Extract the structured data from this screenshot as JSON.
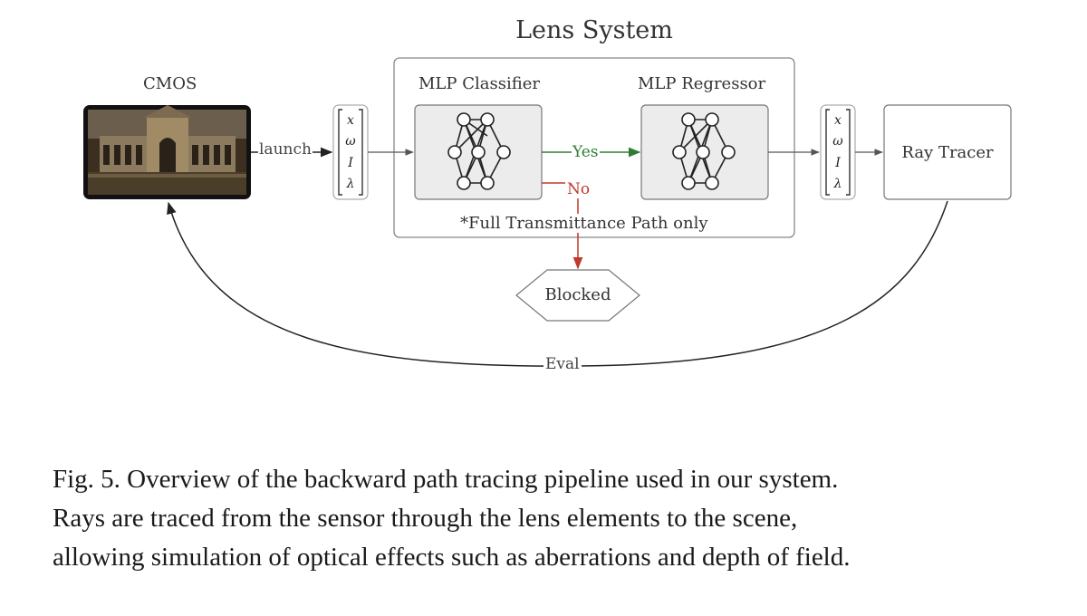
{
  "diagram": {
    "title": "Lens System",
    "nodes": {
      "cmos": {
        "label": "CMOS"
      },
      "classifier": {
        "label": "MLP Classifier",
        "icon": "neural-network-icon"
      },
      "regressor": {
        "label": "MLP Regressor",
        "icon": "neural-network-icon"
      },
      "ray_tracer": {
        "label": "Ray Tracer"
      },
      "blocked": {
        "label": "Blocked"
      }
    },
    "vector": [
      "x",
      "ω",
      "I",
      "λ"
    ],
    "edges": {
      "launch": "launch",
      "yes": "Yes",
      "no": "No",
      "eval": "Eval"
    },
    "note": "*Full Transmittance Path only",
    "colors": {
      "yes": "#2e7d32",
      "no": "#c0392b",
      "box_fill": "#ececec",
      "border": "#777777"
    }
  },
  "caption": {
    "lines": [
      "Fig. 5.  Overview of the backward path tracing pipeline used in our system.",
      "Rays are traced from the sensor through the lens elements to the scene,",
      "allowing simulation of optical effects such as aberrations and depth of field."
    ]
  }
}
